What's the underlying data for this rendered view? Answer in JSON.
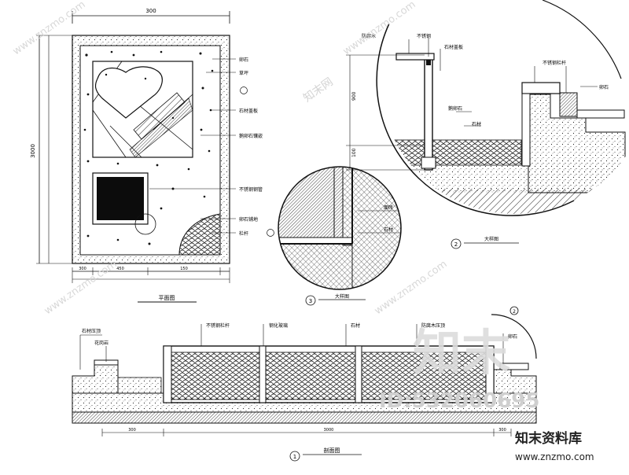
{
  "drawing": {
    "plan_view": {
      "title": "平面图",
      "dims_top": [
        "300"
      ],
      "dims_bottom": [
        "300",
        "450",
        "150"
      ],
      "dims_left": [
        "3000"
      ],
      "labels": [
        "卵石",
        "草坪",
        "石材盖板",
        "鹅卵石镶嵌",
        "不锈钢钢管",
        "卵石铺地",
        "栏杆"
      ]
    },
    "detail_2": {
      "number": "2",
      "title": "大样图",
      "labels": [
        "防腐木",
        "不锈钢",
        "石材盖板",
        "不锈钢栏杆",
        "鹅卵石",
        "石材",
        "卵石"
      ],
      "dims": [
        "900",
        "100"
      ]
    },
    "detail_3": {
      "number": "3",
      "title": "大样图",
      "labels": [
        "面砖",
        "石材"
      ]
    },
    "section_1": {
      "number": "1",
      "title": "剖面图",
      "labels": [
        "石材压顶",
        "花岗岩",
        "不锈钢栏杆",
        "钢化玻璃",
        "石材",
        "防腐木压顶",
        "卵石"
      ],
      "dims": [
        "300",
        "3000",
        "300"
      ]
    },
    "callout_2": "2"
  },
  "watermarks": {
    "site": "www.znzmo.com",
    "brand_small": "知末网",
    "brand_big": "知末",
    "id_text": "ID:532060695",
    "brand_footer": "知末资料库",
    "url_footer": "www.znzmo.com"
  }
}
